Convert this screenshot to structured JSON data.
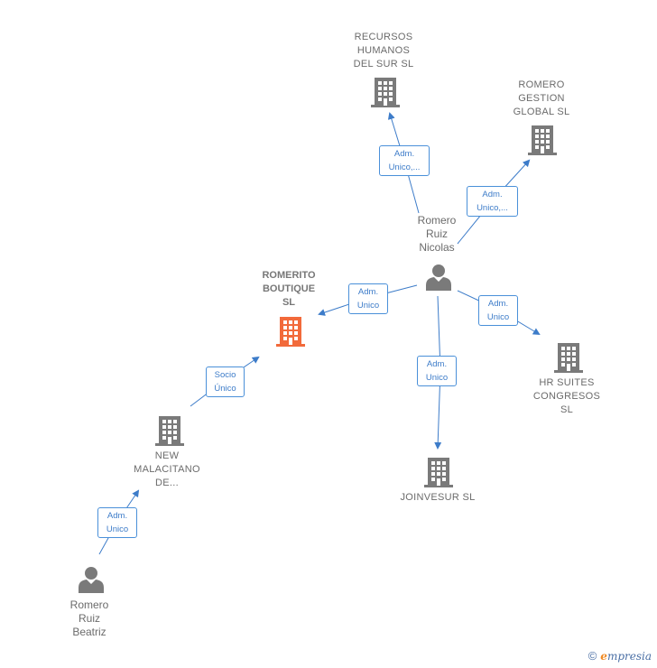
{
  "colors": {
    "company_icon": "#7a7a7a",
    "focus_company_icon": "#f26a3b",
    "person_icon": "#7a7a7a",
    "edge": "#3d7cc9"
  },
  "nodes": {
    "recursos": {
      "label": "RECURSOS\nHUMANOS\nDEL SUR  SL",
      "icon": "building-icon"
    },
    "romero_gestion": {
      "label": "ROMERO\nGESTION\nGLOBAL  SL",
      "icon": "building-icon"
    },
    "romerito": {
      "label": "ROMERITO\nBOUTIQUE\nSL",
      "icon": "building-icon"
    },
    "nicolas": {
      "label": "Romero\nRuiz\nNicolas",
      "icon": "person-icon"
    },
    "hr_suites": {
      "label": "HR SUITES\nCONGRESOS\nSL",
      "icon": "building-icon"
    },
    "new_malacitano": {
      "label": "NEW\nMALACITANO\nDE...",
      "icon": "building-icon"
    },
    "joinvesur": {
      "label": "JOINVESUR  SL",
      "icon": "building-icon"
    },
    "beatriz": {
      "label": "Romero\nRuiz\nBeatriz",
      "icon": "person-icon"
    }
  },
  "edges": {
    "e1": "Adm.\nUnico,...",
    "e2": "Adm.\nUnico,...",
    "e3": "Adm.\nUnico",
    "e4": "Adm.\nUnico",
    "e5": "Adm.\nUnico",
    "e6": "Socio\nÚnico",
    "e7": "Adm.\nUnico"
  },
  "footer": {
    "copyright": "©",
    "brand_initial": "e",
    "brand_rest": "mpresia"
  }
}
